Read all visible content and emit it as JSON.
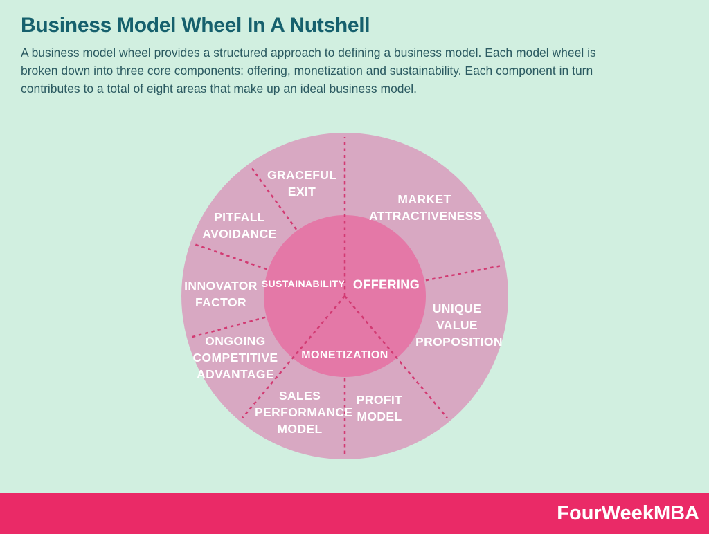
{
  "header": {
    "title": "Business Model Wheel In A Nutshell",
    "description": "A business model wheel provides a structured approach to defining a business model. Each model wheel is broken down into three core components: offering, monetization and sustainability. Each component in turn contributes to a total of eight areas that make up an ideal business model."
  },
  "wheel": {
    "core": [
      {
        "label": "SUSTAINABILITY"
      },
      {
        "label": "OFFERING"
      },
      {
        "label": "MONETIZATION"
      }
    ],
    "areas": [
      {
        "label": "MARKET ATTRACTIVENESS"
      },
      {
        "label": "UNIQUE VALUE PROPOSITION"
      },
      {
        "label": "PROFIT MODEL"
      },
      {
        "label": "SALES PERFORMANCE MODEL"
      },
      {
        "label": "ONGOING COMPETITIVE ADVANTAGE"
      },
      {
        "label": "INNOVATOR FACTOR"
      },
      {
        "label": "PITFALL AVOIDANCE"
      },
      {
        "label": "GRACEFUL EXIT"
      }
    ]
  },
  "footer": {
    "brand": "FourWeekMBA"
  },
  "colors": {
    "background": "#d1efe0",
    "outer_ring": "#d8a8c2",
    "inner_circle": "#e478a7",
    "divider": "#d23a72",
    "title_text": "#16606d",
    "body_text": "#2b5a61",
    "wheel_label": "#ffffff",
    "footer_bar": "#ea2a67",
    "footer_text": "#ffffff"
  }
}
